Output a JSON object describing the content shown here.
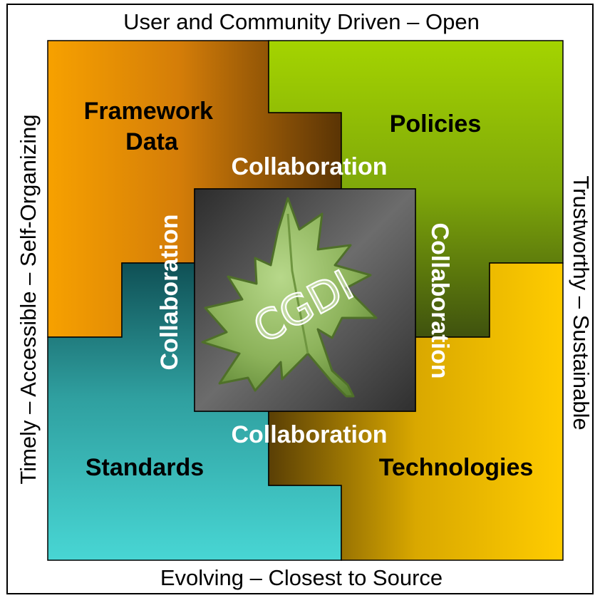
{
  "edges": {
    "top": "User and Community Driven – Open",
    "bottom": "Evolving – Closest to Source",
    "left": "Timely – Accessible – Self-Organizing",
    "right": "Trustworthy – Sustainable"
  },
  "pieces": {
    "framework_data": [
      "Framework",
      "Data"
    ],
    "policies": "Policies",
    "standards": "Standards",
    "technologies": "Technologies"
  },
  "collaboration": {
    "top": "Collaboration",
    "bottom": "Collaboration",
    "left": "Collaboration",
    "right": "Collaboration"
  },
  "center": {
    "label": "CGDI",
    "icon": "maple-leaf-icon"
  },
  "colors": {
    "framework_data": "#f59a00",
    "policies": "#9acd00",
    "standards": "#3ecfcf",
    "technologies": "#f5c800",
    "center": "#5a5a5a",
    "leaf": "#8fb45a"
  }
}
